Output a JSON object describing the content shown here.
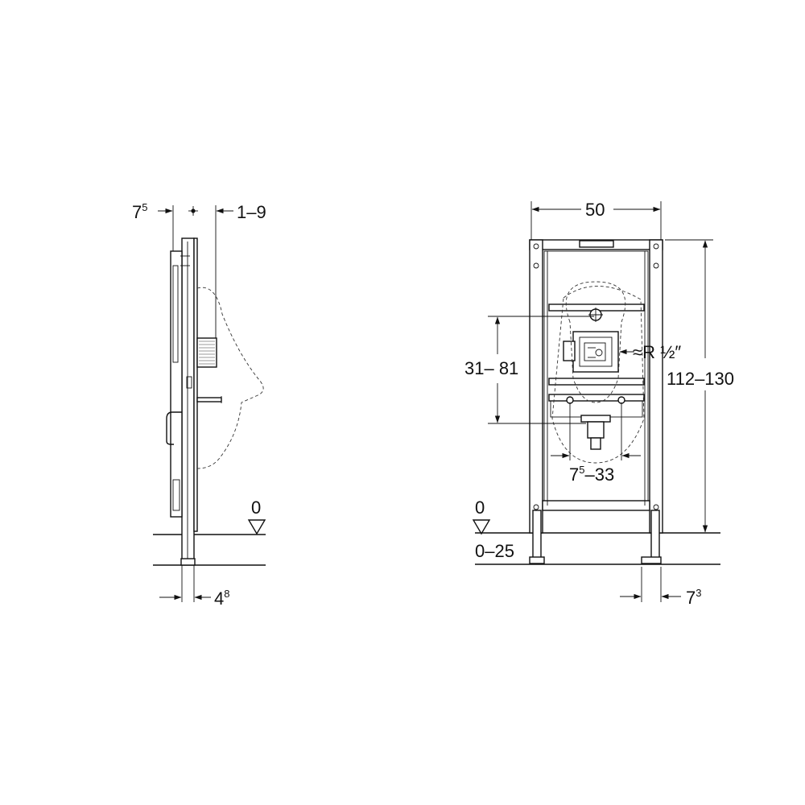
{
  "side_view": {
    "dim_top_left": {
      "base": "7",
      "exp": "5"
    },
    "dim_top_right": "1–9",
    "dim_bottom": {
      "base": "4",
      "exp": "8"
    },
    "level_zero": "0"
  },
  "front_view": {
    "dim_width": "50",
    "dim_height": "112–130",
    "dim_inlet_height": "31– 81",
    "dim_outlet_range": {
      "base": "7",
      "exp": "5",
      "rest": "–33"
    },
    "water_connection": "≈R ½″",
    "level_zero": "0",
    "dim_floor": "0–25",
    "dim_foot": {
      "base": "7",
      "exp": "3"
    }
  },
  "colors": {
    "line": "#111111",
    "background": "#ffffff"
  }
}
